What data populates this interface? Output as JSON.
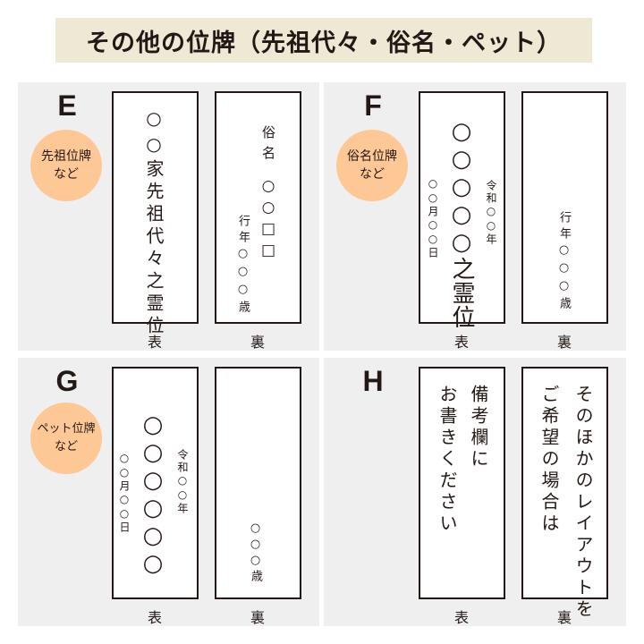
{
  "title": "その他の位牌（先祖代々・俗名・ペット）",
  "side_labels": {
    "front": "表",
    "back": "裏"
  },
  "panels": [
    {
      "letter": "E",
      "badge": [
        "先祖位牌",
        "など"
      ],
      "front": {
        "main": "○○家先祖代々之霊位"
      },
      "back": {
        "name_label": "俗名",
        "name": "○○□□",
        "age": "行年○○○歳"
      }
    },
    {
      "letter": "F",
      "badge": [
        "俗名位牌",
        "など"
      ],
      "front": {
        "main": "○○○○○之霊位",
        "date_left": "○○月○○日",
        "date_right": "令和○○年"
      },
      "back": {
        "age": "行年○○○歳"
      }
    },
    {
      "letter": "G",
      "badge": [
        "ペット位牌",
        "など"
      ],
      "front": {
        "main": "○○○○○○",
        "date_left": "○○月○○日",
        "date_right": "令和○○年"
      },
      "back": {
        "age": "○○○歳"
      }
    },
    {
      "letter": "H",
      "front": {
        "line1": "備考欄に",
        "line2": "お書きください"
      },
      "back": {
        "line1": "そのほかのレイアウトを",
        "line2": "ご希望の場合は"
      }
    }
  ],
  "colors": {
    "badge": "#fdc895",
    "banner": "#ede9d5",
    "panel": "#efefef"
  }
}
